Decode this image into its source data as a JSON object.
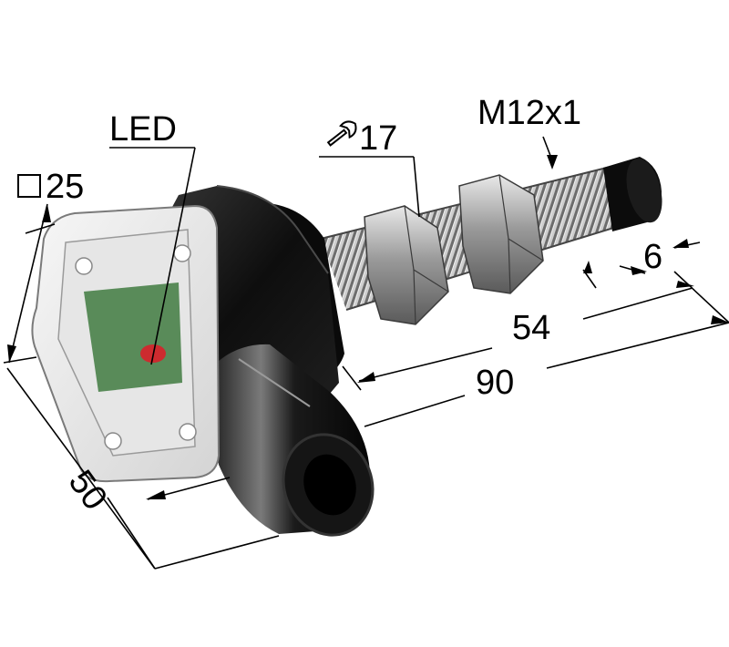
{
  "labels": {
    "square_size": "25",
    "led": "LED",
    "wrench_size": "17",
    "thread": "M12x1",
    "dim_thread_end": "6",
    "dim_thread_length": "54",
    "dim_total_length": "90",
    "dim_housing_length": "50"
  },
  "icons": {
    "square": "square-icon",
    "wrench": "wrench-icon"
  },
  "colors": {
    "housing": "#141414",
    "thread_metal": "#b8b8b8",
    "led_red": "#d9202a",
    "window_green": "#3f7a3f"
  }
}
